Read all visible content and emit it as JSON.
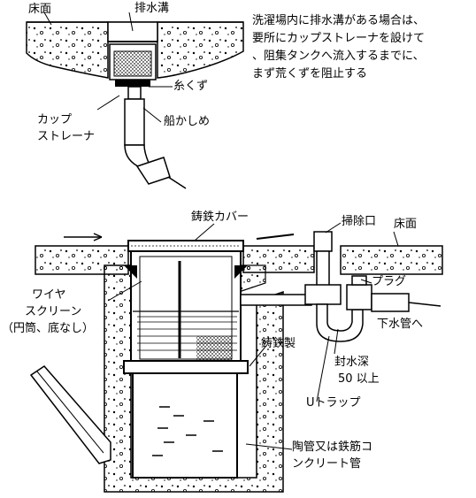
{
  "top_figure": {
    "floor_label": "床面",
    "drain_label": "排水溝",
    "lint_label": "糸くず",
    "cup_strainer_label_line1": "カップ",
    "cup_strainer_label_line2": "ストレーナ",
    "caulk_label": "船かしめ"
  },
  "note": {
    "lines": [
      "洗濯場内に排水溝がある場合は、",
      "要所にカップストレーナを設けて",
      "、阻集タンクへ流入するまでに、",
      "まず荒くずを阻止する"
    ]
  },
  "bottom_figure": {
    "cast_iron_cover_label": "鋳鉄カバー",
    "cleanout_label": "掃除口",
    "floor_label": "床面",
    "plug_label": "プラグ",
    "wire_screen_line1": "ワイヤ",
    "wire_screen_line2": "スクリーン",
    "wire_screen_line3": "（円筒、底なし）",
    "sewer_label": "下水管へ",
    "cast_iron_label": "鋳鉄製",
    "seal_depth_line1": "封水深",
    "seal_depth_line2": "50 以上",
    "u_trap_label": "Uトラップ",
    "pipe_label_line1": "陶管又は鉄筋コ",
    "pipe_label_line2": "ンクリート管"
  }
}
